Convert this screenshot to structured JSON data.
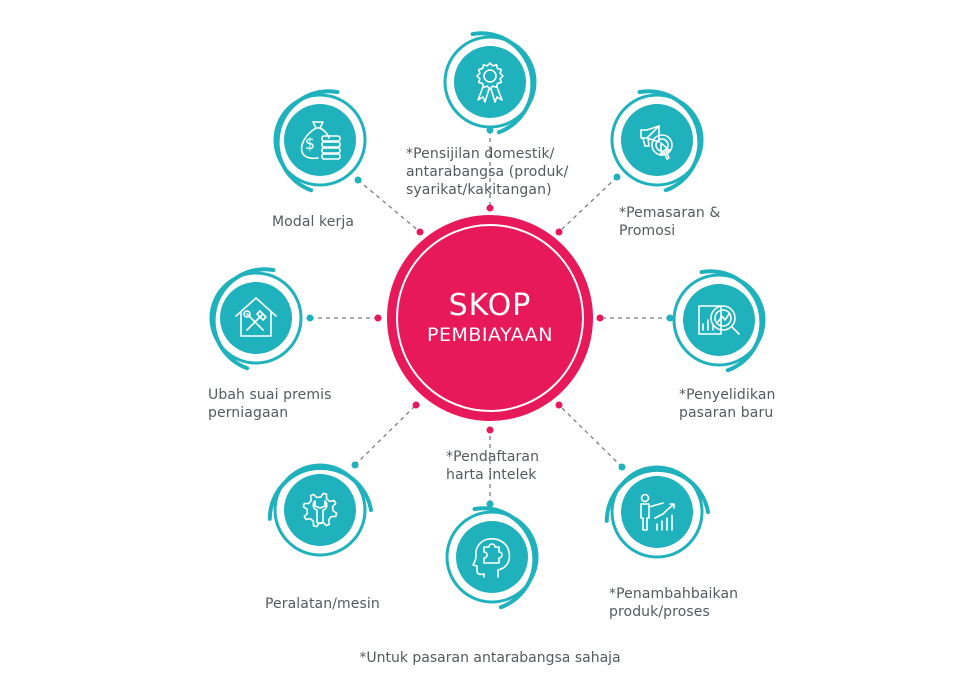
{
  "colors": {
    "teal": "#1fb2bd",
    "pink": "#e8195b",
    "text": "#555a5e"
  },
  "center": {
    "title": "SKOP",
    "subtitle": "PEMBIAYAAN"
  },
  "items": [
    {
      "id": "certification",
      "icon": "award-ribbon-icon",
      "lines": [
        "*Pensijilan domestik/",
        "antarabangsa (produk/",
        "syarikat/kakitangan)"
      ]
    },
    {
      "id": "marketing",
      "icon": "megaphone-touch-icon",
      "lines": [
        "*Pemasaran &",
        "Promosi"
      ]
    },
    {
      "id": "market-research",
      "icon": "magnifier-chart-icon",
      "lines": [
        "*Penyelidikan",
        "pasaran baru"
      ]
    },
    {
      "id": "product-improvement",
      "icon": "presenter-growth-chart-icon",
      "lines": [
        "*Penambahbaikan",
        "produk/proses"
      ]
    },
    {
      "id": "ip-registration",
      "icon": "head-puzzle-icon",
      "lines": [
        "*Pendaftaran",
        "harta intelek"
      ]
    },
    {
      "id": "equipment",
      "icon": "gear-wrench-icon",
      "lines": [
        "Peralatan/mesin"
      ]
    },
    {
      "id": "premises",
      "icon": "house-tools-icon",
      "lines": [
        "Ubah suai premis",
        "perniagaan"
      ]
    },
    {
      "id": "working-capital",
      "icon": "money-bag-coins-icon",
      "lines": [
        "Modal kerja"
      ]
    }
  ],
  "footnote": "*Untuk pasaran antarabangsa sahaja"
}
